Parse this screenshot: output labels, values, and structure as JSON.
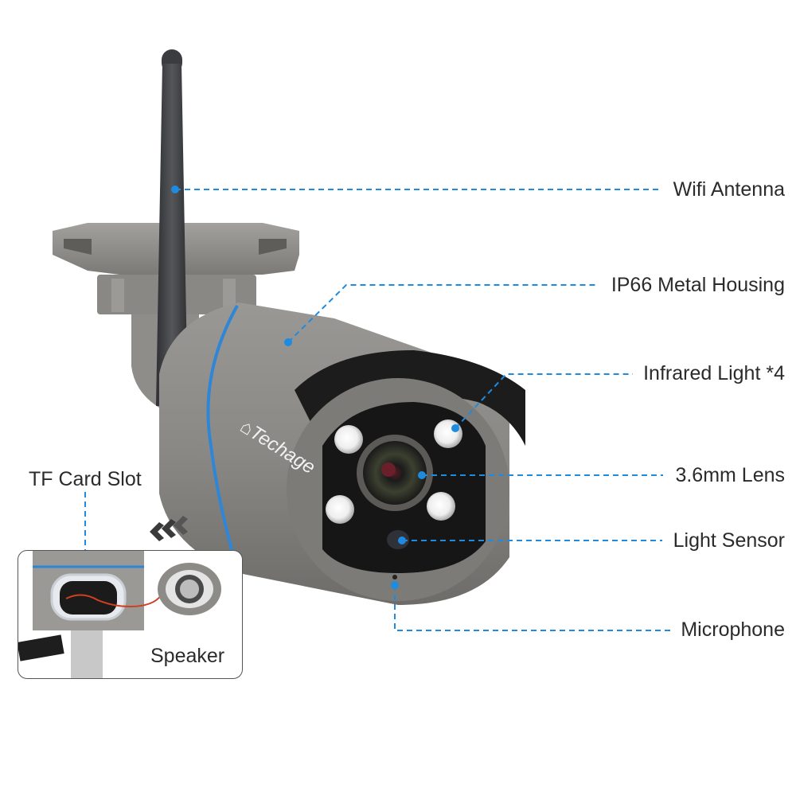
{
  "product": {
    "brand": "Techage",
    "type": "WiFi bullet security camera"
  },
  "callouts": [
    {
      "id": "wifi-antenna",
      "label": "Wifi Antenna"
    },
    {
      "id": "metal-housing",
      "label": "IP66 Metal Housing"
    },
    {
      "id": "infrared-light",
      "label": "Infrared Light *4"
    },
    {
      "id": "lens",
      "label": "3.6mm Lens"
    },
    {
      "id": "light-sensor",
      "label": "Light Sensor"
    },
    {
      "id": "microphone",
      "label": "Microphone"
    }
  ],
  "inset": {
    "tf_card_label": "TF Card Slot",
    "speaker_label": "Speaker"
  },
  "colors": {
    "callout_line": "#1e8be0",
    "housing": "#8a8884",
    "housing_dark": "#6d6b68",
    "antenna": "#3e3f42",
    "front_black": "#161616",
    "accent_ring": "#2f86d6",
    "text": "#2b2b2b"
  }
}
